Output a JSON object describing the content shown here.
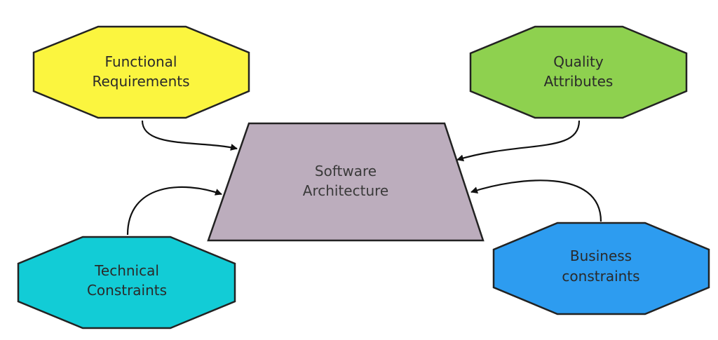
{
  "diagram": {
    "center": {
      "line1": "Software",
      "line2": "Architecture",
      "color": "#bcadbd"
    },
    "functional": {
      "line1": "Functional",
      "line2": "Requirements",
      "color": "#fbf53f"
    },
    "quality": {
      "line1": "Quality",
      "line2": "Attributes",
      "color": "#8ed14f"
    },
    "technical": {
      "line1": "Technical",
      "line2": "Constraints",
      "color": "#12ccd6"
    },
    "business": {
      "line1": "Business",
      "line2": "constraints",
      "color": "#2d9cf0"
    }
  }
}
